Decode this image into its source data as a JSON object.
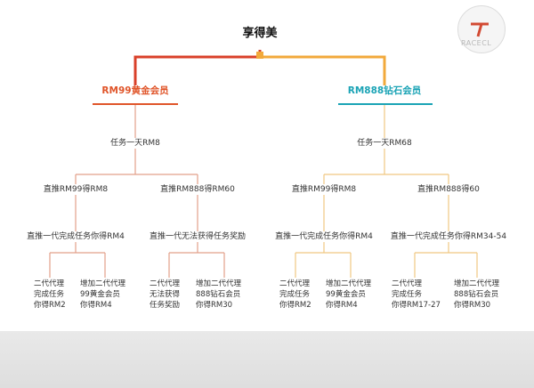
{
  "root": {
    "label": "享得美"
  },
  "logo": {
    "text": "RACECL"
  },
  "branches": [
    {
      "tier": "RM99黄金会员",
      "task": "任务一天RM8",
      "mid_left": "直推RM99得RM8",
      "mid_right": "直推RM888得RM60",
      "low_left": "直推一代完成任务你得RM4",
      "low_right": "直推一代无法获得任务奖励",
      "leaves": [
        [
          "二代代理",
          "完成任务",
          "你得RM2"
        ],
        [
          "增加二代代理",
          "99黄金会员",
          "你得RM4"
        ],
        [
          "二代代理",
          "无法获得",
          "任务奖励"
        ],
        [
          "增加二代代理",
          "888钻石会员",
          "你得RM30"
        ]
      ]
    },
    {
      "tier": "RM888钻石会员",
      "task": "任务一天RM68",
      "mid_left": "直推RM99得RM8",
      "mid_right": "直推RM888得60",
      "low_left": "直推一代完成任务你得RM4",
      "low_right": "直推一代完成任务你得RM34-54",
      "leaves": [
        [
          "二代代理",
          "完成任务",
          "你得RM2"
        ],
        [
          "增加二代代理",
          "99黄金会员",
          "你得RM4"
        ],
        [
          "二代代理",
          "完成任务",
          "你得RM17-27"
        ],
        [
          "增加二代代理",
          "888钻石会员",
          "你得RM30"
        ]
      ]
    }
  ],
  "colors": {
    "gold_title": "#e0552a",
    "diamond_title": "#1aa3b5",
    "gold_line": "#e2a08a",
    "diamond_line": "#f0c882",
    "root_left_line": "#d9402a",
    "root_right_line": "#f2a93b"
  }
}
